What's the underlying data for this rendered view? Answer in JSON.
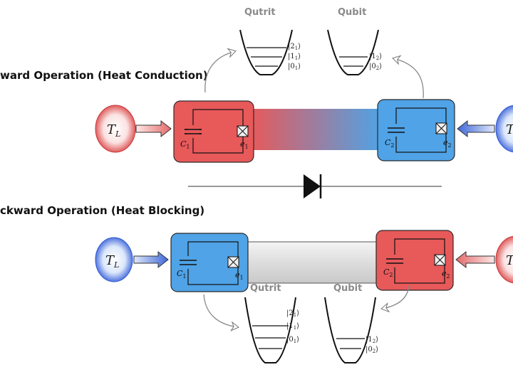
{
  "forward": {
    "title": "ward Operation (Heat Conduction)",
    "left_reservoir": {
      "symbol": "T",
      "sub": "L"
    },
    "right_reservoir": {
      "symbol": "T",
      "sub": ""
    },
    "left_circuit": {
      "cap": "C",
      "cap_sub": "1",
      "junction": "e",
      "junction_sub": "1"
    },
    "right_circuit": {
      "cap": "C",
      "cap_sub": "2",
      "junction": "e",
      "junction_sub": "2"
    },
    "qutrit": {
      "title": "Qutrit",
      "levels": [
        {
          "n": "2",
          "s": "1"
        },
        {
          "n": "1",
          "s": "1"
        },
        {
          "n": "0",
          "s": "1"
        }
      ]
    },
    "qubit": {
      "title": "Qubit",
      "levels": [
        {
          "n": "1",
          "s": "2"
        },
        {
          "n": "0",
          "s": "2"
        }
      ]
    }
  },
  "backward": {
    "title": "ckward Operation (Heat Blocking)",
    "left_reservoir": {
      "symbol": "T",
      "sub": "L"
    },
    "right_reservoir": {
      "symbol": "T",
      "sub": ""
    },
    "left_circuit": {
      "cap": "C",
      "cap_sub": "1",
      "junction": "e",
      "junction_sub": "1"
    },
    "right_circuit": {
      "cap": "C",
      "cap_sub": "2",
      "junction": "e",
      "junction_sub": "2"
    },
    "qutrit": {
      "title": "Qutrit",
      "levels": [
        {
          "n": "2",
          "s": "1"
        },
        {
          "n": "1",
          "s": "1"
        },
        {
          "n": "0",
          "s": "1"
        }
      ]
    },
    "qubit": {
      "title": "Qubit",
      "levels": [
        {
          "n": "1",
          "s": "2"
        },
        {
          "n": "0",
          "s": "2"
        }
      ]
    }
  },
  "colors": {
    "hot": "#e8595a",
    "cold": "#4fa3e6",
    "bar_blocked": "#dcdcdc"
  }
}
